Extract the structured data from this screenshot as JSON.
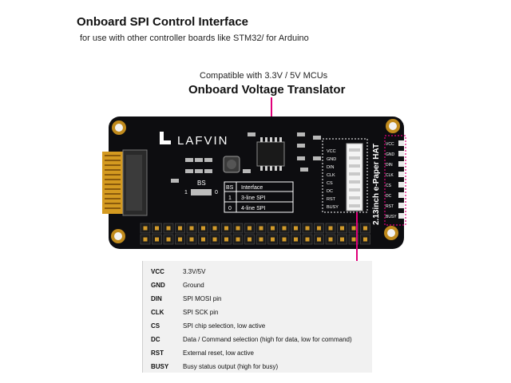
{
  "header": {
    "title": "Onboard SPI Control Interface",
    "subtitle": "for use with other controller boards like STM32/ for Arduino"
  },
  "callout": {
    "compat": "Compatible with 3.3V / 5V MCUs",
    "translator": "Onboard Voltage Translator"
  },
  "board": {
    "brand": "LAFVIN",
    "product": "2.13inch e-Paper HAT",
    "bs_label": "BS",
    "bs_option_1": "1",
    "bs_option_0": "0",
    "interface_table": {
      "headers": [
        "BS",
        "Interface"
      ],
      "rows": [
        [
          "1",
          "3-line SPI"
        ],
        [
          "0",
          "4-line SPI"
        ]
      ]
    },
    "header_pins": [
      "VCC",
      "GND",
      "DIN",
      "CLK",
      "CS",
      "DC",
      "RST",
      "BUSY"
    ]
  },
  "pins": [
    {
      "name": "VCC",
      "desc": "3.3V/5V"
    },
    {
      "name": "GND",
      "desc": "Ground"
    },
    {
      "name": "DIN",
      "desc": "SPI MOSI pin"
    },
    {
      "name": "CLK",
      "desc": "SPI SCK pin"
    },
    {
      "name": "CS",
      "desc": "SPI chip selection, low active"
    },
    {
      "name": "DC",
      "desc": "Data / Command selection (high for data, low for command)"
    },
    {
      "name": "RST",
      "desc": "External reset, low active"
    },
    {
      "name": "BUSY",
      "desc": "Busy status output (high for busy)"
    }
  ],
  "colors": {
    "pcb": "#0d0d10",
    "accent_line": "#e0007a",
    "gold": "#c08a1c",
    "connector_blue": "#1b3b8c"
  }
}
